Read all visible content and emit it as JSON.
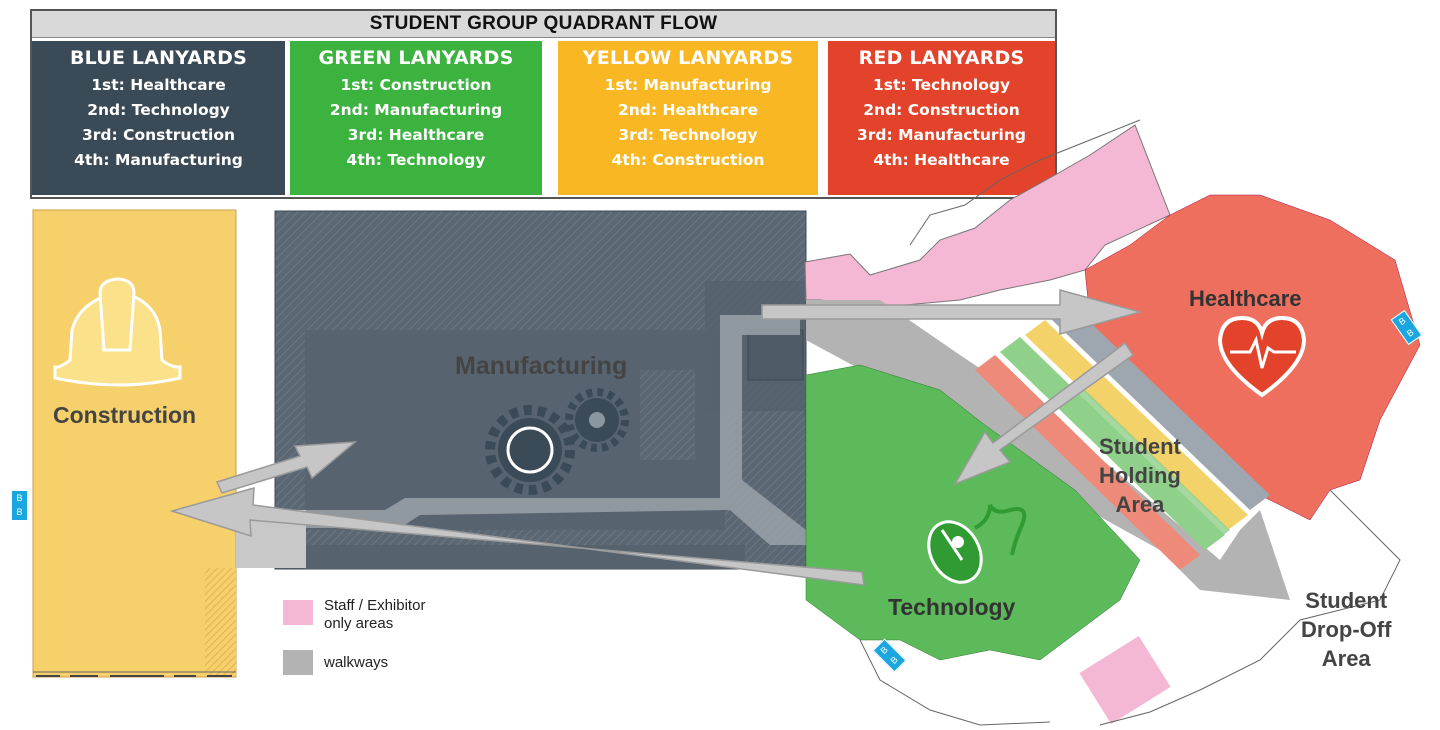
{
  "header": {
    "title": "STUDENT GROUP QUADRANT FLOW",
    "columns": [
      {
        "heading": "BLUE LANYARDS",
        "items": [
          "1st: Healthcare",
          "2nd: Technology",
          "3rd: Construction",
          "4th: Manufacturing"
        ],
        "color": "#3b4a57"
      },
      {
        "heading": "GREEN LANYARDS",
        "items": [
          "1st: Construction",
          "2nd: Manufacturing",
          "3rd: Healthcare",
          "4th: Technology"
        ],
        "color": "#3bb33e"
      },
      {
        "heading": "YELLOW LANYARDS",
        "items": [
          "1st: Manufacturing",
          "2nd: Healthcare",
          "3rd: Technology",
          "4th: Construction"
        ],
        "color": "#f9b823"
      },
      {
        "heading": "RED LANYARDS",
        "items": [
          "1st: Technology",
          "2nd: Construction",
          "3rd: Manufacturing",
          "4th: Healthcare"
        ],
        "color": "#e2432a"
      }
    ]
  },
  "zones": {
    "construction": {
      "label": "Construction",
      "color": "#f6d06a",
      "icon": "hard-hat-icon"
    },
    "manufacturing": {
      "label": "Manufacturing",
      "color": "#56636f",
      "icon": "gears-icon"
    },
    "healthcare": {
      "label": "Healthcare",
      "color": "#ee6f5e",
      "icon": "heart-pulse-icon"
    },
    "technology": {
      "label": "Technology",
      "color": "#5cba5a",
      "icon": "mouse-icon"
    },
    "holding": {
      "label_lines": [
        "Student",
        "Holding",
        "Area"
      ]
    },
    "dropoff": {
      "label_lines": [
        "Student",
        "Drop-Off",
        "Area"
      ]
    }
  },
  "legend": {
    "staff": {
      "label_lines": [
        "Staff / Exhibitor",
        "only areas"
      ],
      "color": "#f4b8d4"
    },
    "walkways": {
      "label": "walkways",
      "color": "#b3b3b3"
    }
  },
  "bathroom_marker": "B"
}
